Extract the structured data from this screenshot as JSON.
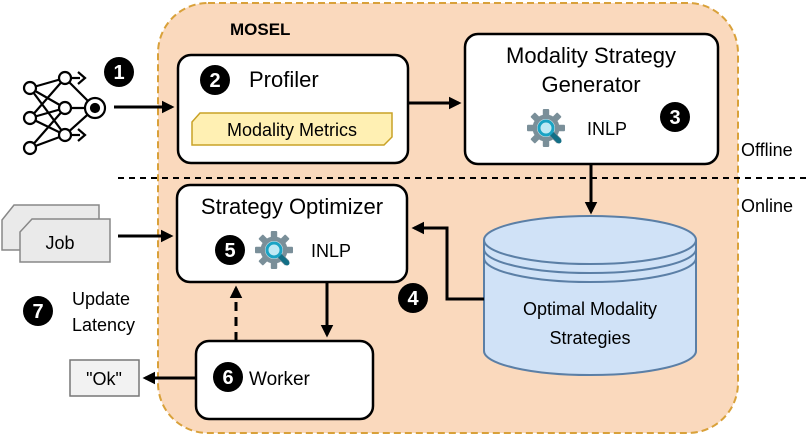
{
  "title": "MOSEL",
  "model_badge": "1",
  "profiler": {
    "badge": "2",
    "label": "Profiler",
    "metrics_label": "Modality Metrics"
  },
  "generator": {
    "title_line1": "Modality Strategy",
    "title_line2": "Generator",
    "solver": "INLP",
    "badge": "3"
  },
  "optimizer": {
    "title": "Strategy Optimizer",
    "badge": "5",
    "solver": "INLP"
  },
  "storage": {
    "line1": "Optimal Modality",
    "line2": "Strategies",
    "badge": "4"
  },
  "job": {
    "label": "Job"
  },
  "worker": {
    "badge": "6",
    "label": "Worker"
  },
  "update": {
    "badge": "7",
    "line1": "Update",
    "line2": "Latency"
  },
  "output": {
    "label": "\"Ok\""
  },
  "phases": {
    "offline": "Offline",
    "online": "Online"
  },
  "colors": {
    "region_fill": "#fad9bd",
    "region_border": "#d9a13a",
    "metrics_fill": "#fff0b3",
    "metrics_border": "#c9a227",
    "storage_fill": "#d0e2f7",
    "storage_border": "#5b7fa6",
    "job_fill": "#eaeaea",
    "gear": "#7a8f99",
    "magnifier": "#1aa3c4"
  },
  "icons": [
    "neural-network-icon",
    "gear-search-icon"
  ]
}
